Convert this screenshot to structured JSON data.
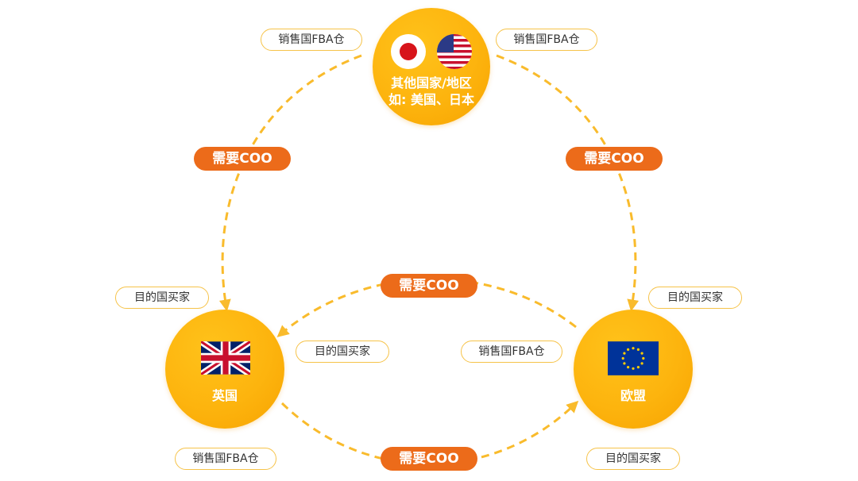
{
  "nodes": {
    "top": {
      "line1": "其他国家/地区",
      "line2": "如: 美国、日本",
      "flags": [
        "japan-flag-icon",
        "usa-flag-icon"
      ]
    },
    "uk": {
      "label": "英国",
      "flag": "uk-flag-icon"
    },
    "eu": {
      "label": "欧盟",
      "flag": "eu-flag-icon"
    }
  },
  "labels": {
    "top_left_warehouse": "销售国FBA仓",
    "top_right_warehouse": "销售国FBA仓",
    "uk_outer_buyer": "目的国买家",
    "uk_inner_buyer": "目的国买家",
    "uk_warehouse": "销售国FBA仓",
    "eu_outer_buyer": "目的国买家",
    "eu_inner_warehouse": "销售国FBA仓",
    "eu_buyer": "目的国买家"
  },
  "coo": {
    "left": "需要COO",
    "right": "需要COO",
    "middle": "需要COO",
    "bottom": "需要COO"
  },
  "colors": {
    "node_fill": "#fdb40e",
    "coo_badge": "#ec6b1a",
    "pill_border": "#f6c349",
    "arrow": "#f9bb2c"
  }
}
